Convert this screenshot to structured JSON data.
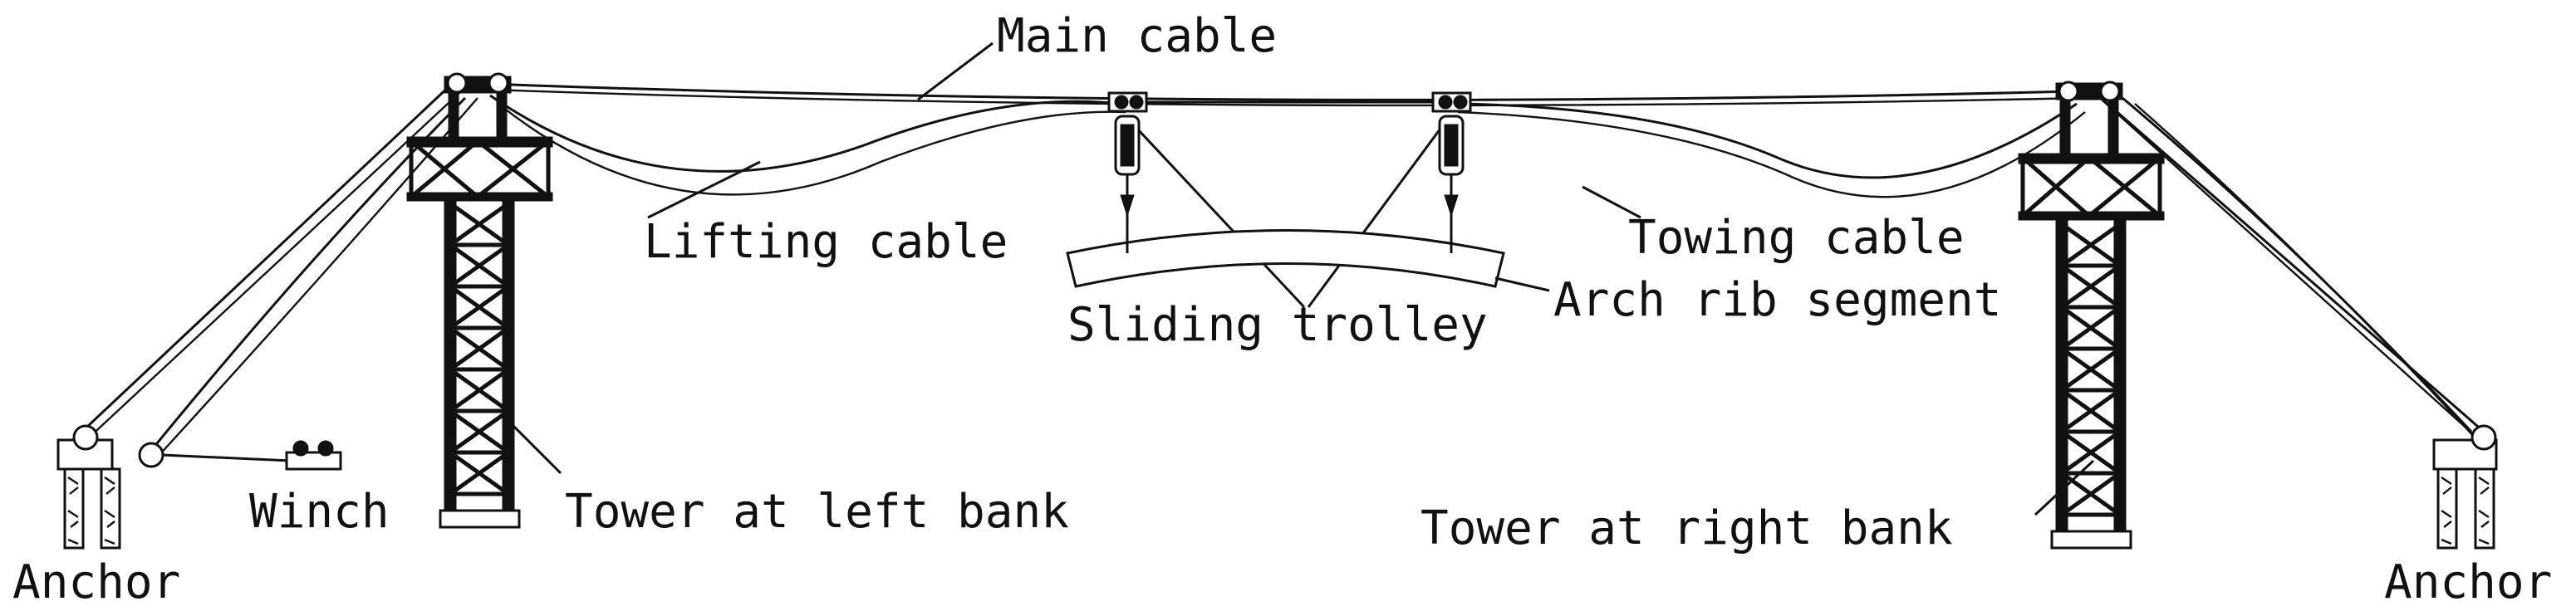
{
  "labels": {
    "main_cable": "Main cable",
    "lifting_cable": "Lifting cable",
    "towing_cable": "Towing cable",
    "sliding_trolley": "Sliding trolley",
    "arch_rib_segment": "Arch rib segment",
    "winch": "Winch",
    "tower_left": "Tower at left bank",
    "tower_right": "Tower at right bank",
    "anchor_left": "Anchor",
    "anchor_right": "Anchor"
  },
  "colors": {
    "line": "#111111",
    "background": "#ffffff"
  }
}
